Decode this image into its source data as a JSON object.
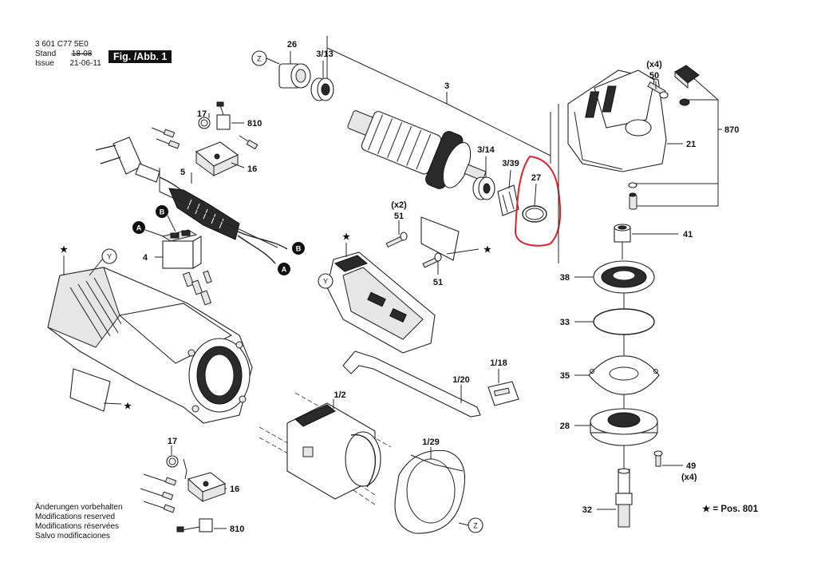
{
  "header": {
    "doc_number": "3 601 C77 5E0",
    "stand_label": "Stand",
    "issue_label": "Issue",
    "stand_date": "18-08",
    "issue_date": "21-06-11",
    "figure_label": "Fig. /Abb. 1"
  },
  "notes": [
    "Änderungen vorbehalten",
    "Modifications reserved",
    "Modifications réservées",
    "Salvo modificaciones"
  ],
  "star_note": "★ = Pos. 801",
  "callouts": {
    "p26": "26",
    "p3_13": "3/13",
    "p3": "3",
    "p3_14": "3/14",
    "p3_39": "3/39",
    "p27": "27",
    "p50": "50",
    "x4_top": "(x4)",
    "p870": "870",
    "p21": "21",
    "p41": "41",
    "p38": "38",
    "p33": "33",
    "p35": "35",
    "p28": "28",
    "p49": "49",
    "x4_bottom": "(x4)",
    "p32": "32",
    "p17a": "17",
    "p810a": "810",
    "p16a": "16",
    "p5": "5",
    "p4": "4",
    "x2": "(x2)",
    "p51a": "51",
    "p51b": "51",
    "p1_18": "1/18",
    "p1_20": "1/20",
    "p1_2": "1/2",
    "p1_29": "1/29",
    "p17b": "17",
    "p16b": "16",
    "p810b": "810"
  },
  "markers": {
    "z": "Z",
    "y": "Y",
    "a": "A",
    "b": "B",
    "star": "★"
  },
  "highlight_color": "#d8232a"
}
